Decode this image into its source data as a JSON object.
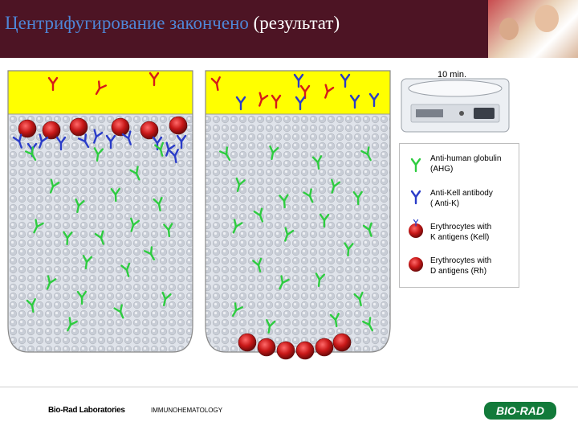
{
  "header": {
    "title_main": "Центрифугирование закончено",
    "title_suffix": " (результат)"
  },
  "centrifuge": {
    "time_label": "10 min."
  },
  "legend": {
    "items": [
      {
        "label": "Anti-human globulin\n(AHG)",
        "icon": "green-antibody-icon",
        "color": "#2ecc40"
      },
      {
        "label": "Anti-Kell antibody\n( Anti-K)",
        "icon": "blue-antibody-icon",
        "color": "#2a3cc8"
      },
      {
        "label": "Erythrocytes with\nK antigens (Kell)",
        "icon": "kell-erythrocyte-icon",
        "color": "#c0151b"
      },
      {
        "label": "Erythrocytes with\nD antigens (Rh)",
        "icon": "rh-erythrocyte-icon",
        "color": "#c0151b"
      }
    ]
  },
  "tubes": [
    {
      "result": "agglutination"
    },
    {
      "result": "sedimentation"
    }
  ],
  "colors": {
    "header_bg": "#4d1424",
    "supernatant": "#ffff00",
    "gel": "#d7dde6",
    "ahg": "#2ecc40",
    "anti_k": "#2a3cc8",
    "anti_d": "#d61a1a",
    "erythrocyte": "#c0151b",
    "brand": "#127a3a"
  },
  "footer": {
    "company": "Bio-Rad Laboratories",
    "department": "IMMUNOHEMATOLOGY",
    "logo_text": "BIO-RAD"
  }
}
